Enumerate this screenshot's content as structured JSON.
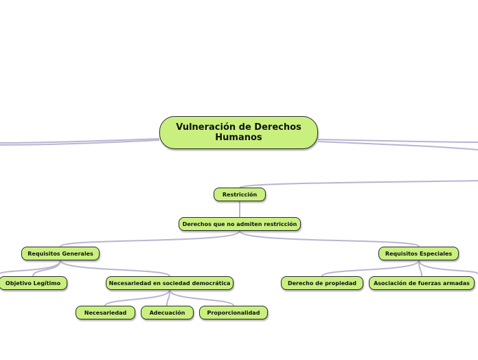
{
  "colors": {
    "node_fill": "#c9f07f",
    "node_border": "#2b2b2b",
    "link": "#b9b4d0",
    "background": "#ffffff"
  },
  "nodes": {
    "root": "Vulneración de Derechos Humanos",
    "restriccion": "Restricción",
    "no_admiten": "Derechos que no admiten restricción",
    "req_generales": "Requisitos Generales",
    "req_especiales": "Requisitos Especiales",
    "objetivo": "Objetivo Legítimo",
    "necesariedad_soc": "Necesariedad en sociedad democrática",
    "propiedad": "Derecho de propiedad",
    "fuerzas": "Asociación de fuerzas armadas",
    "necesariedad": "Necesariedad",
    "adecuacion": "Adecuación",
    "proporcionalidad": "Proporcionalidad"
  }
}
